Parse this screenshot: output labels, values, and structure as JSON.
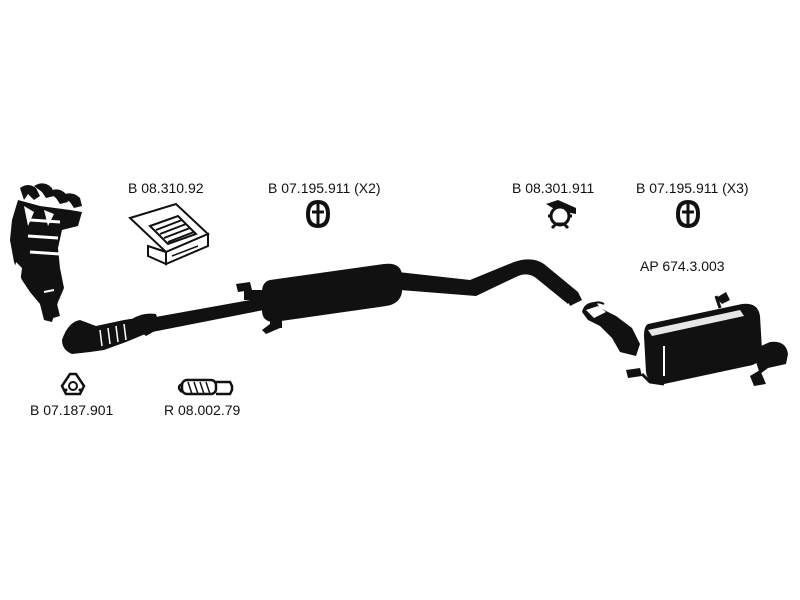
{
  "labels": {
    "gasket_kit": "B 08.310.92",
    "clamp_x2": "B 07.195.911 (X2)",
    "mount_clamp": "B 08.301.911",
    "clamp_x3": "B 07.195.911 (X3)",
    "rear_silencer": "AP 674.3.003",
    "flange_gasket": "B 07.187.901",
    "repair_pipe": "R 08.002.79"
  },
  "colors": {
    "part_fill": "#111111",
    "line": "#111111",
    "background": "#ffffff"
  }
}
